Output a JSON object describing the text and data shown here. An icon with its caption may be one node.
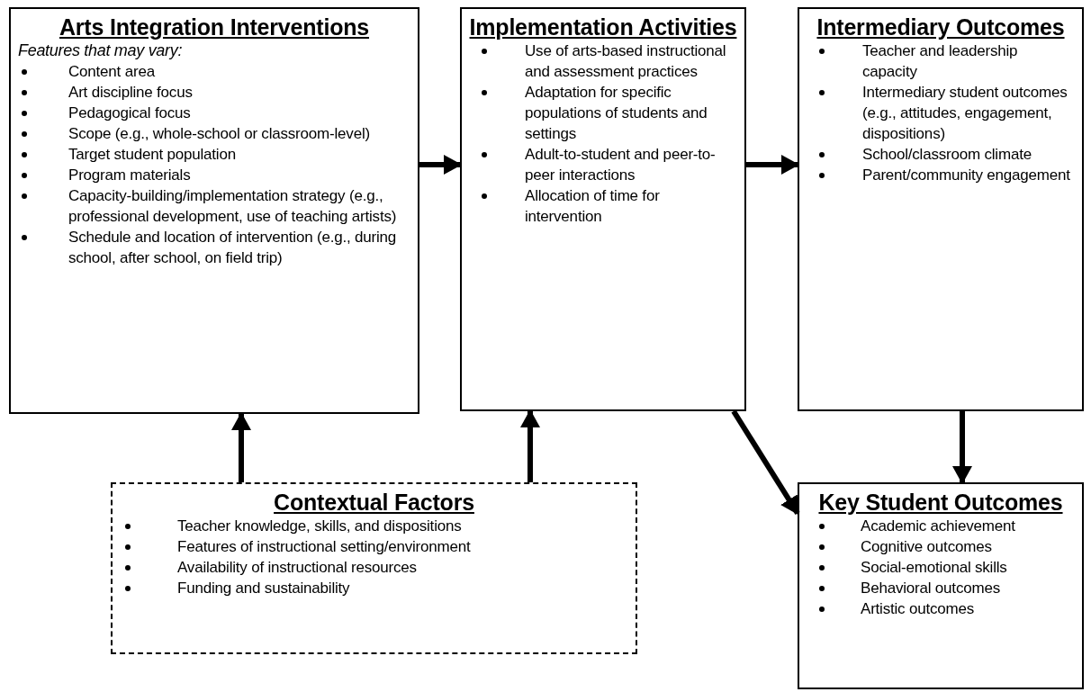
{
  "diagram": {
    "nodes": [
      {
        "text": [
          "Arts Integration Interventions",
          "Features that may vary:",
          "Content area",
          "Art discipline focus",
          "Pedagogical focus",
          "Scope (e.g., whole-school or classroom-level)",
          "Target student population",
          "Program materials",
          "Capacity-building/implementation strategy (e.g., professional development, use of teaching artists)",
          "Schedule and location of intervention (e.g., during school, after school, on field trip)"
        ]
      },
      {
        "text": [
          "Implementation Activities",
          "Use of arts-based instructional and assessment practices",
          "Adaptation for specific populations of students and settings",
          "Adult-to-student and peer-to-peer interactions",
          "Allocation of time for intervention"
        ]
      },
      {
        "text": [
          "Intermediary Outcomes",
          "Teacher and leadership capacity",
          "Intermediary student outcomes (e.g., attitudes, engagement, dispositions)",
          "School/classroom climate",
          "Parent/community engagement"
        ]
      },
      {
        "text": [
          "Contextual Factors",
          "Teacher knowledge, skills, and dispositions",
          "Features of instructional setting/environment",
          "Availability of instructional resources",
          "Funding and sustainability"
        ]
      },
      {
        "text": [
          "Key Student Outcomes",
          "Academic achievement",
          "Cognitive outcomes",
          "Social-emotional skills",
          "Behavioral outcomes",
          "Artistic outcomes"
        ]
      }
    ],
    "edges": [
      {
        "from": 0,
        "to": 1,
        "arrow": "to"
      },
      {
        "from": 1,
        "to": 2,
        "arrow": "to"
      },
      {
        "from": 2,
        "to": 4,
        "arrow": "to"
      },
      {
        "from": 1,
        "to": 4,
        "arrow": "to"
      },
      {
        "from": 3,
        "to": 0,
        "arrow": "to"
      },
      {
        "from": 3,
        "to": 1,
        "arrow": "to"
      }
    ]
  }
}
